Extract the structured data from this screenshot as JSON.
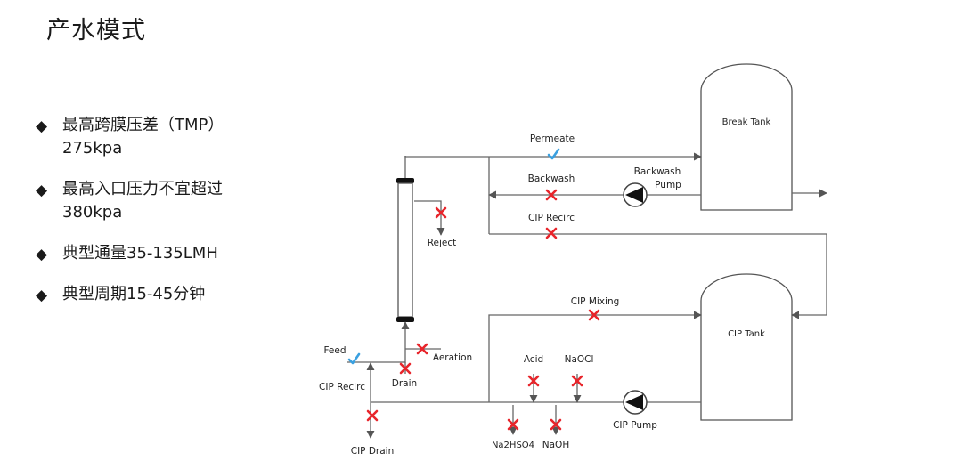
{
  "title": "产水模式",
  "bullets": [
    {
      "line1": "最高跨膜压差（TMP）",
      "line2": "275kpa"
    },
    {
      "line1": "最高入口压力不宜超过",
      "line2": "380kpa"
    },
    {
      "line1": "典型通量35-135LMH",
      "line2": ""
    },
    {
      "line1": "典型周期15-45分钟",
      "line2": ""
    }
  ],
  "diagram": {
    "break_tank": "Break Tank",
    "cip_tank": "CIP Tank",
    "permeate": "Permeate",
    "backwash": "Backwash",
    "backwash_pump_line1": "Backwash",
    "backwash_pump_line2": "Pump",
    "cip_recirc_top": "CIP Recirc",
    "reject": "Reject",
    "cip_mixing": "CIP Mixing",
    "feed": "Feed",
    "aeration": "Aeration",
    "cip_recirc_bottom": "CIP Recirc",
    "drain": "Drain",
    "acid": "Acid",
    "naocl": "NaOCl",
    "cip_pump": "CIP Pump",
    "na2hso4": "Na2HSO4",
    "naoh": "NaOH",
    "cip_drain": "CIP Drain"
  },
  "colors": {
    "valve_closed": "#e8252b",
    "valve_open": "#3aa0e0",
    "line": "#666666"
  }
}
